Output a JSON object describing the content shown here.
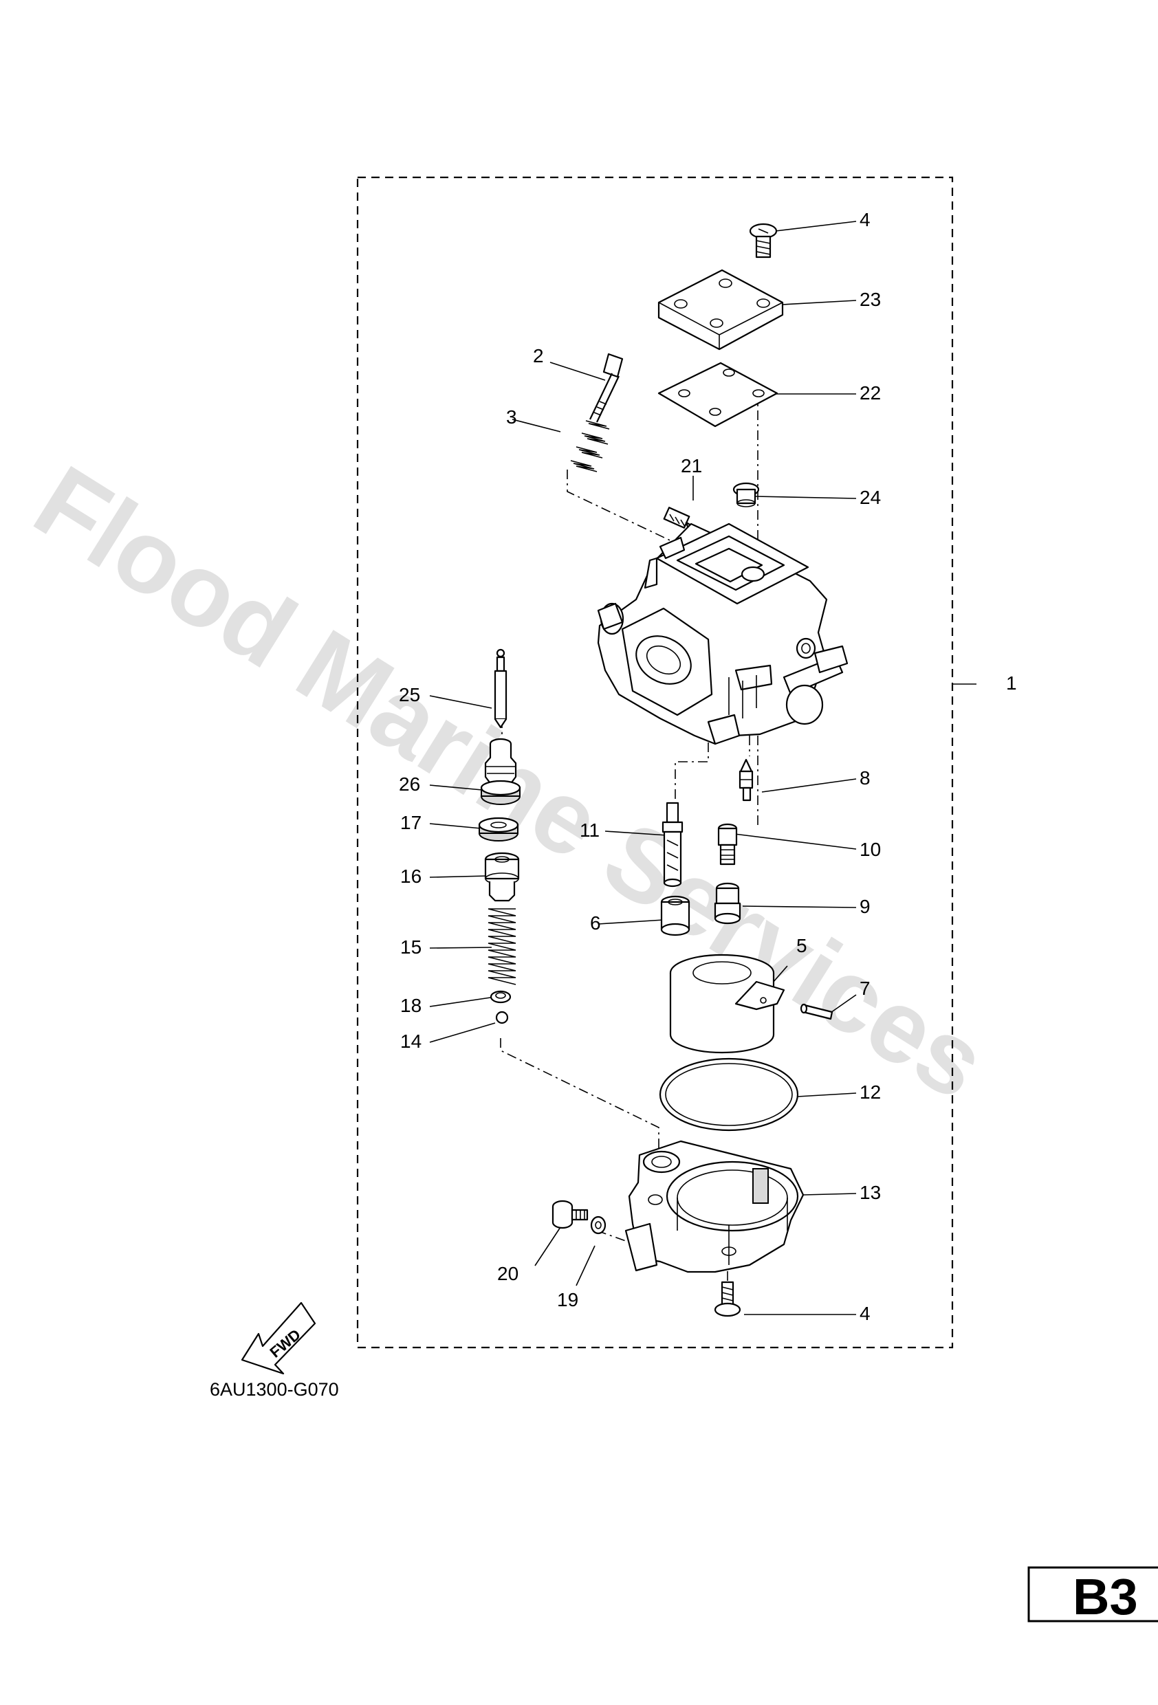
{
  "watermark": "Flood Marine Services",
  "part_code": "6AU1300-G070",
  "page_badge": "B3",
  "fwd_label": "FWD",
  "callouts": {
    "c1": "1",
    "c2": "2",
    "c3": "3",
    "c4a": "4",
    "c4b": "4",
    "c5": "5",
    "c6": "6",
    "c7": "7",
    "c8": "8",
    "c9": "9",
    "c10": "10",
    "c11": "11",
    "c12": "12",
    "c13": "13",
    "c14": "14",
    "c15": "15",
    "c16": "16",
    "c17": "17",
    "c18": "18",
    "c19": "19",
    "c20": "20",
    "c21": "21",
    "c22": "22",
    "c23": "23",
    "c24": "24",
    "c25": "25",
    "c26": "26"
  }
}
